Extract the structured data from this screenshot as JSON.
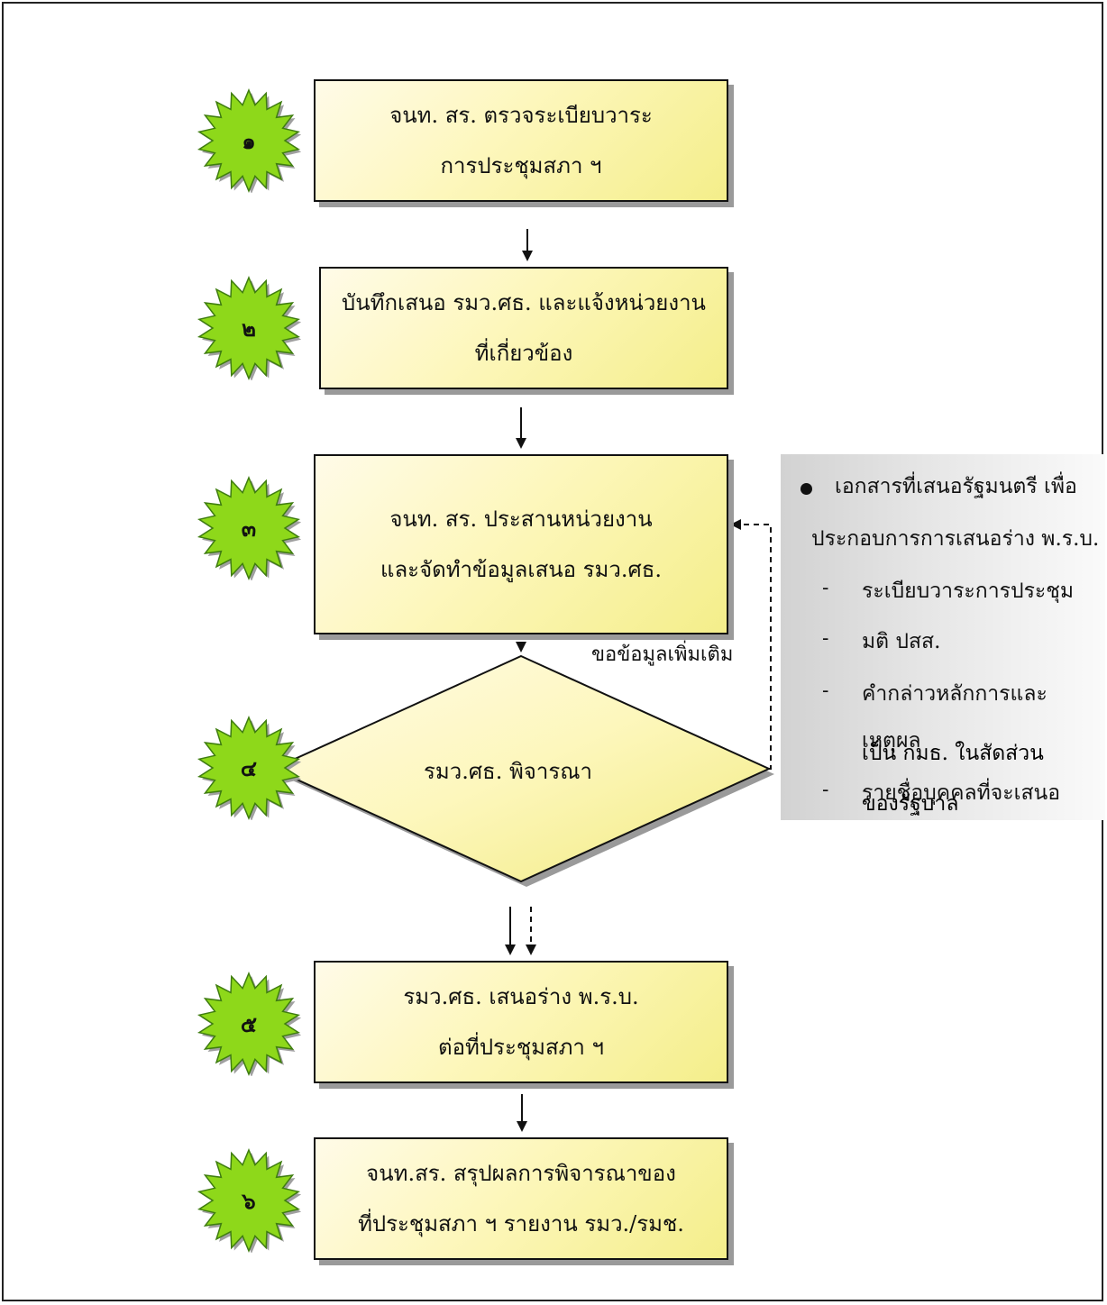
{
  "steps": [
    {
      "number": "๑",
      "lines": [
        "จนท. สร. ตรวจระเบียบวาระ",
        "การประชุมสภา ฯ"
      ]
    },
    {
      "number": "๒",
      "lines": [
        "บันทึกเสนอ รมว.ศธ. และแจ้งหน่วยงาน",
        "ที่เกี่ยวข้อง"
      ]
    },
    {
      "number": "๓",
      "lines": [
        "จนท. สร. ประสานหน่วยงาน",
        "และจัดทำข้อมูลเสนอ รมว.ศธ."
      ]
    },
    {
      "number": "๔",
      "lines": [
        "รมว.ศธ. พิจารณา"
      ]
    },
    {
      "number": "๕",
      "lines": [
        "รมว.ศธ.  เสนอร่าง พ.ร.บ.",
        "ต่อที่ประชุมสภา ฯ"
      ]
    },
    {
      "number": "๖",
      "lines": [
        "จนท.สร. สรุปผลการพิจารณาของ",
        "ที่ประชุมสภา ฯ  รายงาน รมว./รมช."
      ]
    }
  ],
  "feedback_label": "ขอข้อมูลเพิ่มเติม",
  "documents_panel": {
    "heading": [
      "เอกสารที่เสนอรัฐมนตรี เพื่อ",
      "ประกอบการการเสนอร่าง พ.ร.บ."
    ],
    "items": [
      [
        "ระเบียบวาระการประชุม"
      ],
      [
        "มติ ปสส."
      ],
      [
        "คำกล่าวหลักการและ",
        "เหตุผล"
      ],
      [
        "รายชื่อบุคคลที่จะเสนอ",
        "เป็น กมธ.  ในสัดส่วน",
        "ของรัฐบาล"
      ]
    ]
  },
  "colors": {
    "box_fill": "#fdf7bc",
    "badge_fill": "#8ed81a",
    "badge_outline": "#3f7d10",
    "panel_fill": "#d9d9d9"
  }
}
